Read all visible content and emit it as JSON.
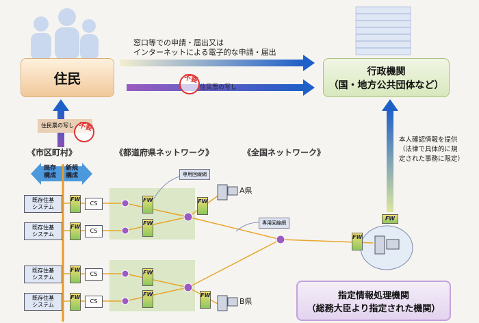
{
  "residents": {
    "label": "住民"
  },
  "admin": {
    "title": "行政機関",
    "subtitle": "（国・地方公共団体など）"
  },
  "top_arrow": {
    "line1": "窓口等での申請・届出又は",
    "line2": "インターネットによる電子的な申請・届出"
  },
  "copy_label": "住民票の写し",
  "stamp_text": "不要",
  "headers": {
    "municipal": "《市区町村》",
    "prefectural": "《都道府県ネットワーク》",
    "national": "《全国ネットワーク》"
  },
  "config": {
    "existing": "既存構成",
    "new": "新規構成"
  },
  "systems": [
    {
      "l1": "既存住基",
      "l2": "システム"
    },
    {
      "l1": "既存住基",
      "l2": "システム"
    },
    {
      "l1": "既存住基",
      "l2": "システム"
    },
    {
      "l1": "既存住基",
      "l2": "システム"
    }
  ],
  "fw": "FW",
  "cs": "CS",
  "dedicated": "専用回線網",
  "pref_a": "A県",
  "pref_b": "B県",
  "provide_text": "本人確認情報を提供（法律で具体的に規定された事務に限定）",
  "designated": {
    "title": "指定情報処理機関",
    "subtitle": "（総務大臣より指定された機関）"
  }
}
